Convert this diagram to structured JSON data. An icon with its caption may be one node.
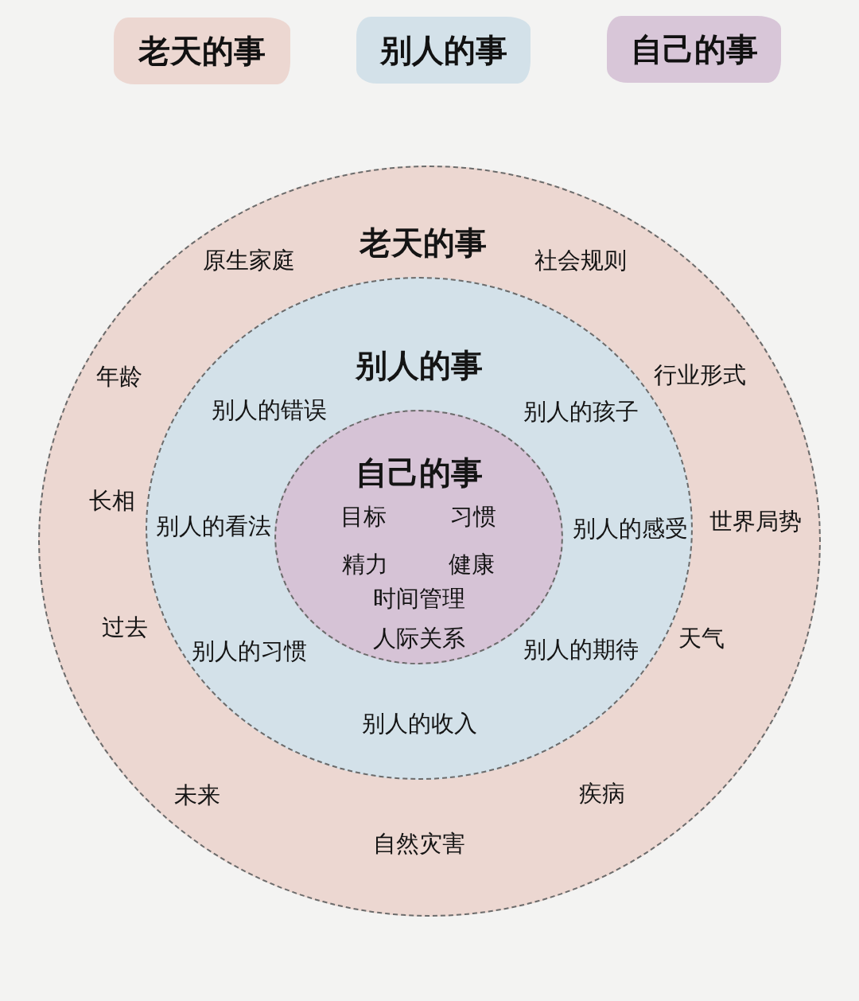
{
  "diagram": {
    "nodes": [
      {
        "text": [
          "老天的事",
          "原生家庭",
          "社会规则",
          "年龄",
          "行业形式",
          "长相",
          "世界局势",
          "过去",
          "天气",
          "未来",
          "疾病",
          "自然灾害"
        ]
      },
      {
        "text": [
          "别人的事",
          "别人的错误",
          "别人的孩子",
          "别人的看法",
          "别人的感受",
          "别人的习惯",
          "别人的期待",
          "别人的收入"
        ],
        "in": 0
      },
      {
        "text": [
          "自己的事",
          "目标",
          "习惯",
          "精力",
          "健康",
          "时间管理",
          "人际关系"
        ],
        "in": 1
      }
    ],
    "legend": [
      {
        "text": "老天的事",
        "color": "#ecd7d1"
      },
      {
        "text": "别人的事",
        "color": "#d3e1e9"
      },
      {
        "text": "自己的事",
        "color": "#d8c6d8"
      }
    ]
  }
}
